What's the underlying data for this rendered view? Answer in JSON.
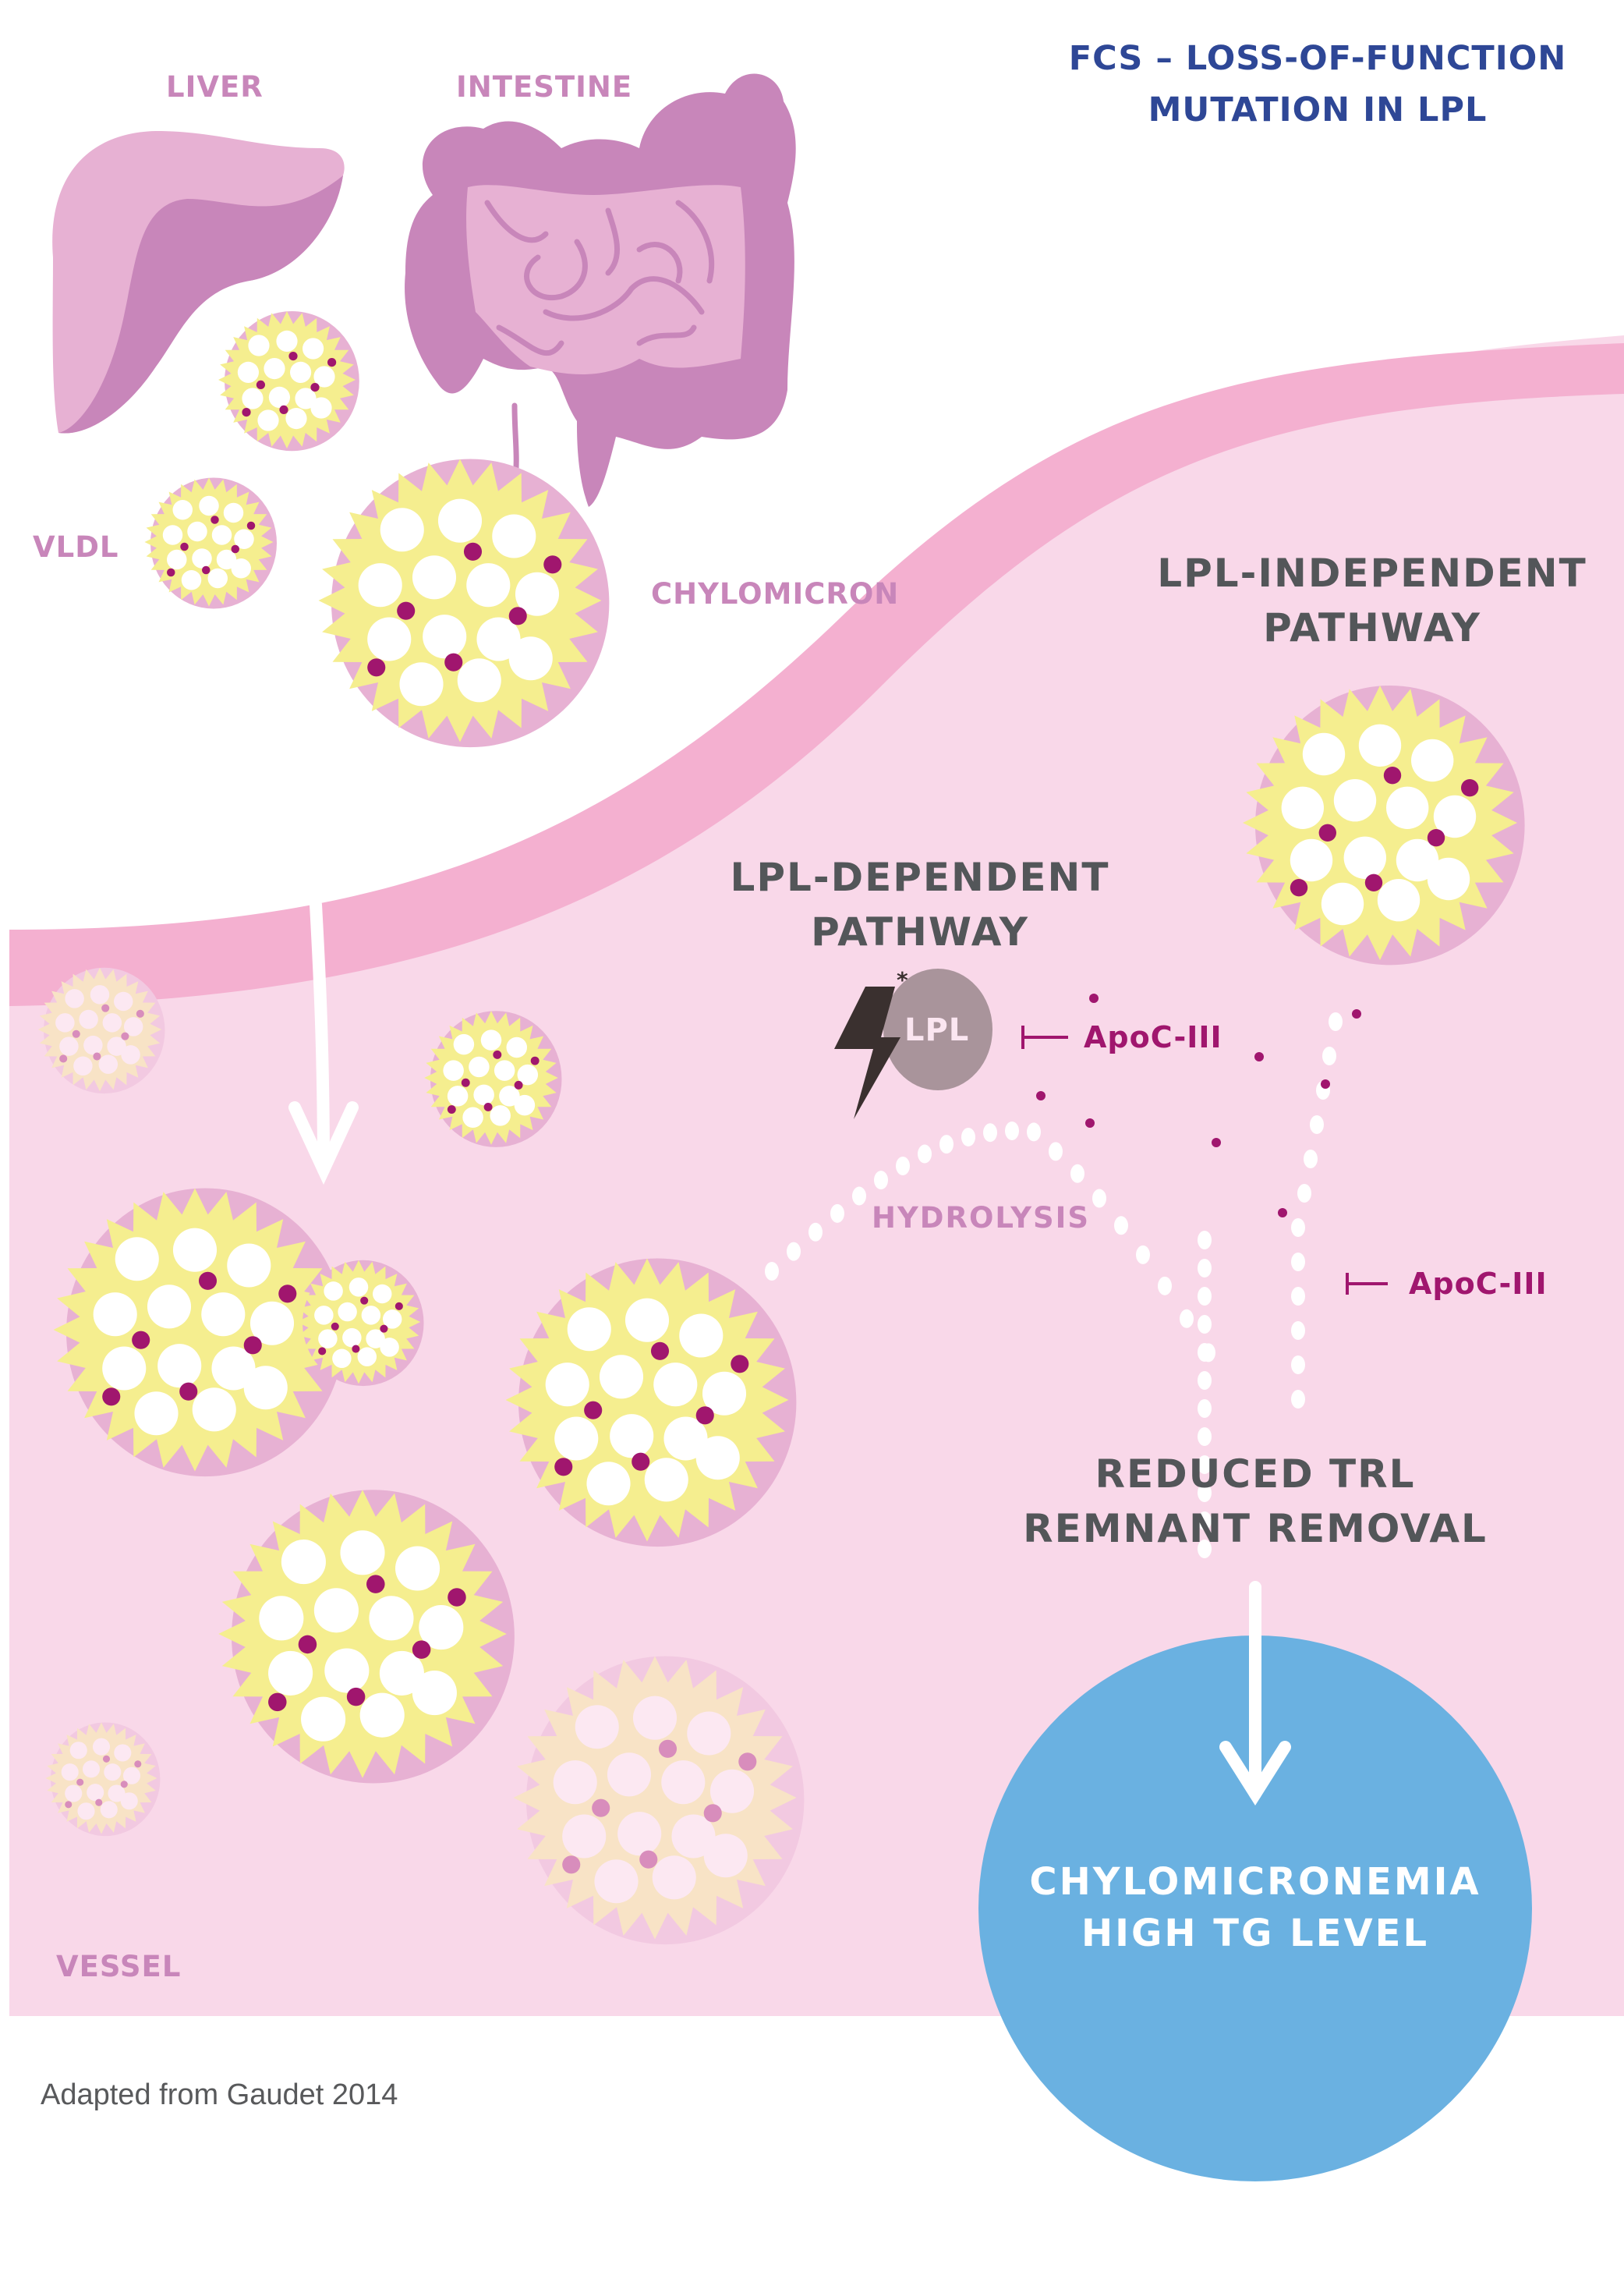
{
  "title": {
    "line1": "FCS – LOSS-OF-FUNCTION",
    "line2": "MUTATION IN LPL"
  },
  "labels": {
    "liver": "LIVER",
    "intestine": "INTESTINE",
    "vldl": "VLDL",
    "chylomicron": "CHYLOMICRON",
    "vessel": "VESSEL",
    "hydrolysis": "HYDROLYSIS"
  },
  "pathways": {
    "independent": {
      "line1": "LPL-INDEPENDENT",
      "line2": "PATHWAY"
    },
    "dependent": {
      "line1": "LPL-DEPENDENT",
      "line2": "PATHWAY"
    }
  },
  "enzyme": {
    "name": "LPL",
    "mutation_marker": "*",
    "inhibitor_1": "ApoC-III",
    "inhibitor_2": "ApoC-III"
  },
  "result": {
    "line1": "REDUCED TRL",
    "line2": "REMNANT REMOVAL"
  },
  "outcome": {
    "line1": "CHYLOMICRONEMIA",
    "line2": "HIGH TG LEVEL"
  },
  "credit": "Adapted from Gaudet 2014",
  "colors": {
    "title_blue": "#2e4796",
    "organ_light": "#e7b1d3",
    "organ_dark": "#c886ba",
    "vessel_bg": "#f9d8e9",
    "vessel_wall": "#f4b0d0",
    "particle_core": "#f5ee8f",
    "particle_coat": "#e7b1d3",
    "apo_dot": "#a0166e",
    "faded_core": "#f8e3c6",
    "faded_dot": "#d88dbc",
    "text_gray": "#535659",
    "lpl_circle": "#a9949b",
    "bolt": "#3a302f",
    "outcome_blue": "#6ab1e1"
  }
}
